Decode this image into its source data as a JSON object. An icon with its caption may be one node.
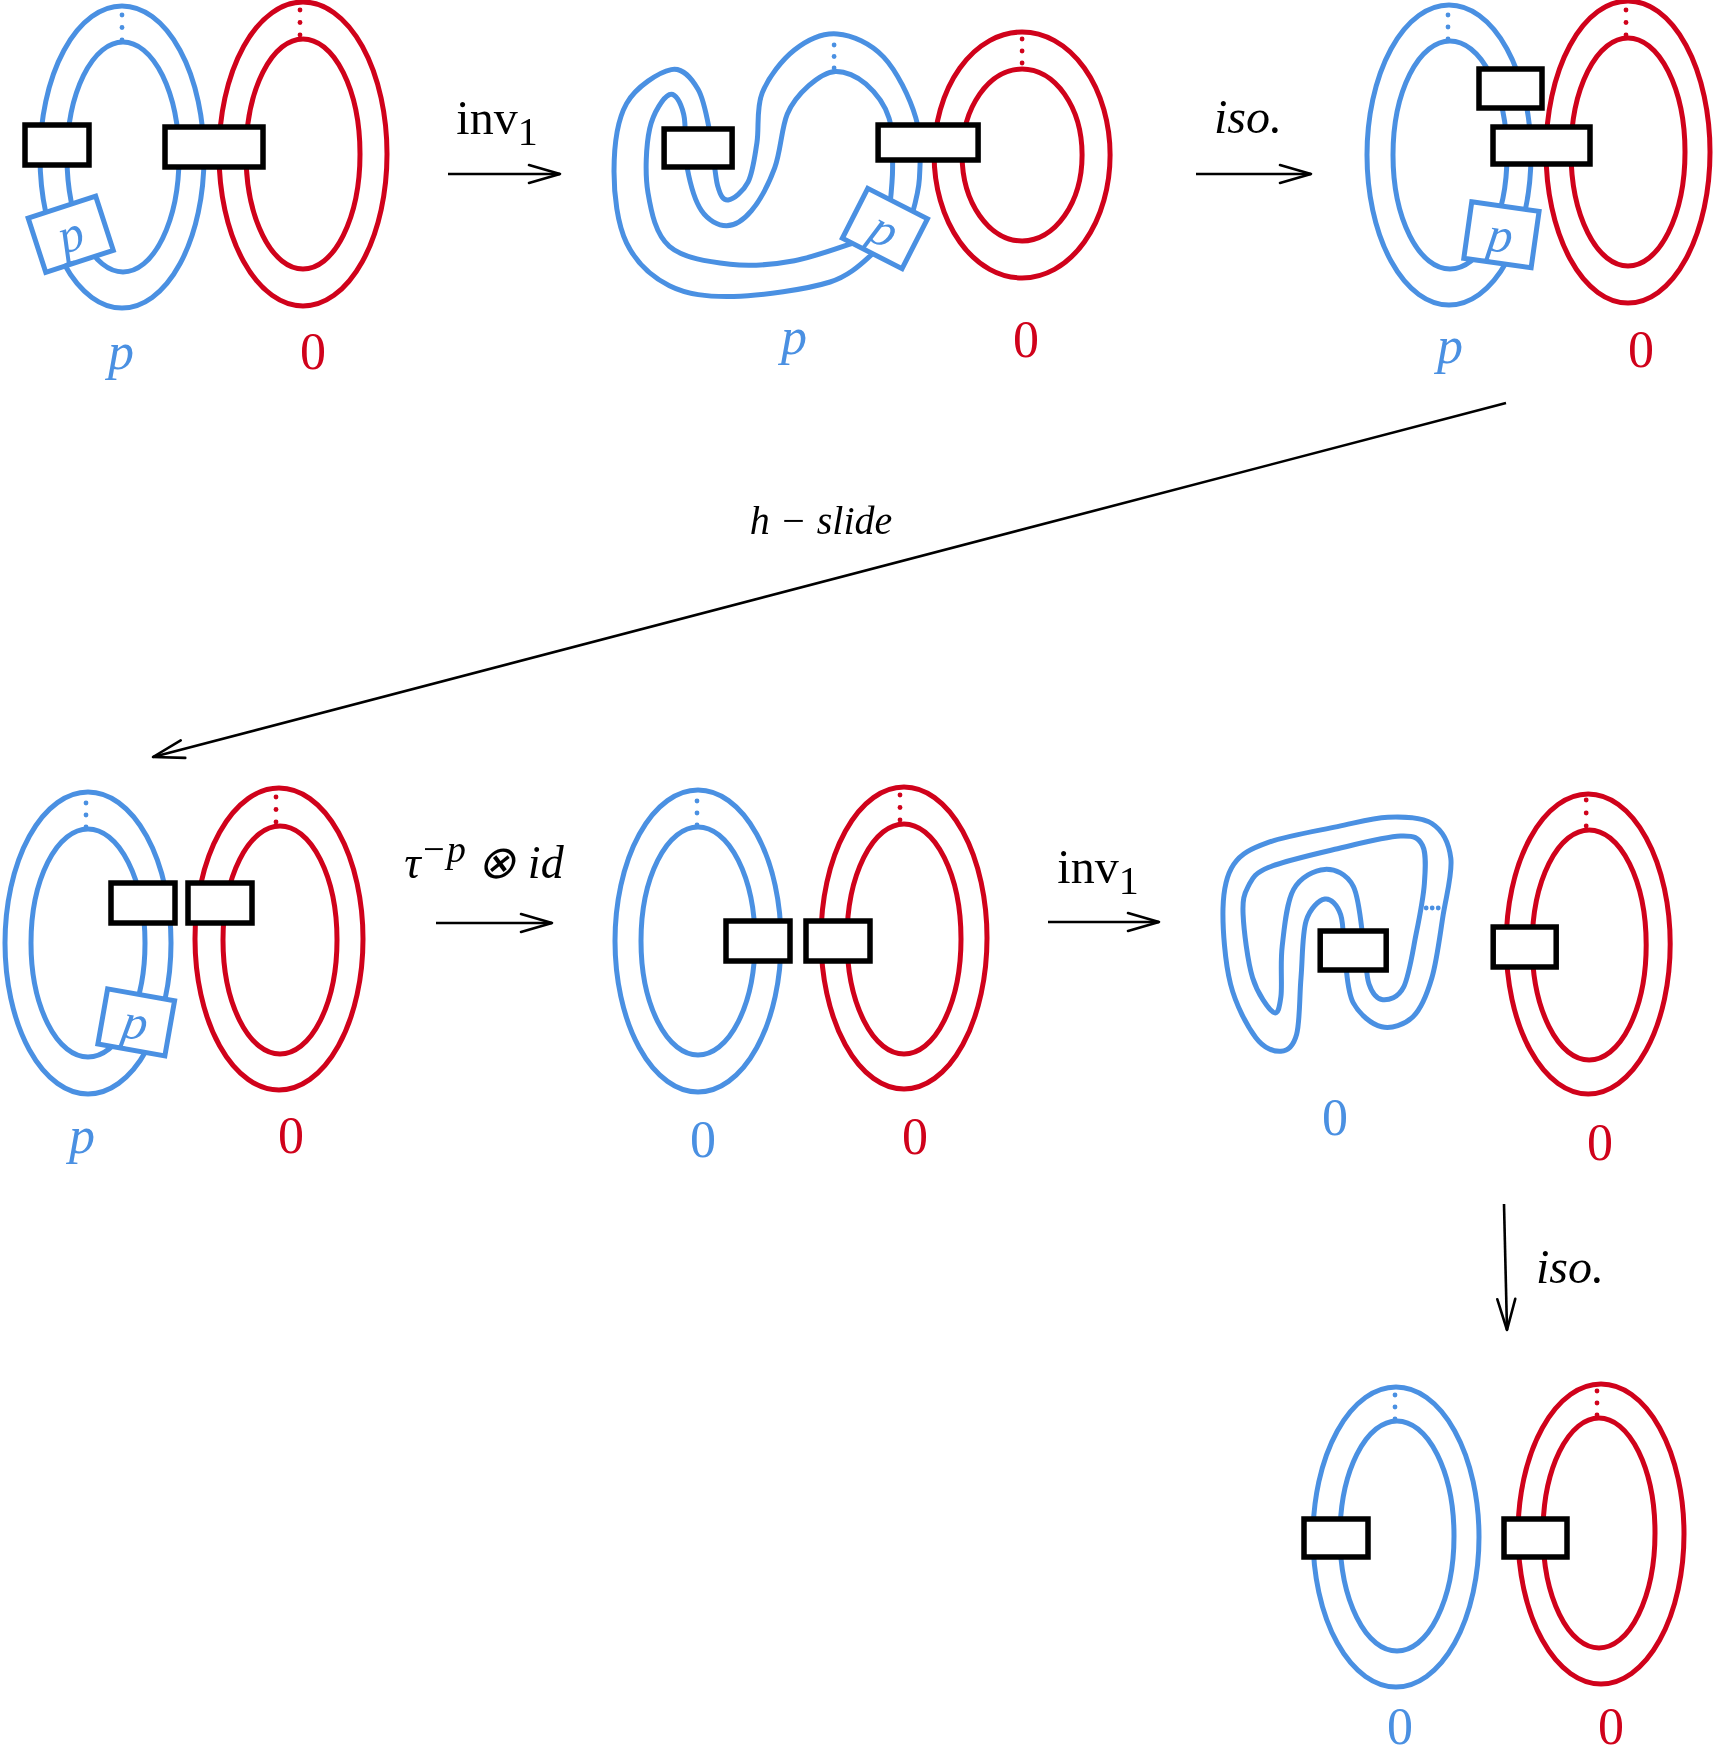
{
  "diagram": {
    "nodes": [
      {
        "text": [],
        "shape": "picture",
        "beside": [
          "p",
          "0"
        ]
      },
      {
        "text": [
          "p"
        ],
        "in": 0
      },
      {
        "text": [],
        "shape": "picture",
        "beside": [
          "p",
          "0"
        ]
      },
      {
        "text": [
          "p"
        ],
        "in": 2
      },
      {
        "text": [],
        "shape": "picture",
        "beside": [
          "p",
          "0"
        ]
      },
      {
        "text": [
          "p"
        ],
        "in": 4
      },
      {
        "text": [],
        "shape": "picture",
        "beside": [
          "p",
          "0"
        ]
      },
      {
        "text": [
          "p"
        ],
        "in": 6
      },
      {
        "text": [],
        "shape": "picture",
        "beside": [
          "0",
          "0"
        ]
      },
      {
        "text": [],
        "shape": "picture",
        "beside": [
          "0",
          "0"
        ]
      },
      {
        "text": [],
        "shape": "picture",
        "beside": [
          "0",
          "0"
        ]
      }
    ],
    "edges": [
      {
        "from": 0,
        "to": 2,
        "arrow": "to",
        "label": "inv$_{1}$"
      },
      {
        "from": 2,
        "to": 4,
        "arrow": "to",
        "label": "iso."
      },
      {
        "from": 4,
        "to": 6,
        "arrow": "to",
        "label": "h − slide"
      },
      {
        "from": 6,
        "to": 8,
        "arrow": "to",
        "label": "τ$^{−p}$ ⊗ id"
      },
      {
        "from": 8,
        "to": 9,
        "arrow": "to",
        "label": "inv$_{1}$"
      },
      {
        "from": 9,
        "to": 10,
        "arrow": "to",
        "label": "iso."
      }
    ]
  }
}
